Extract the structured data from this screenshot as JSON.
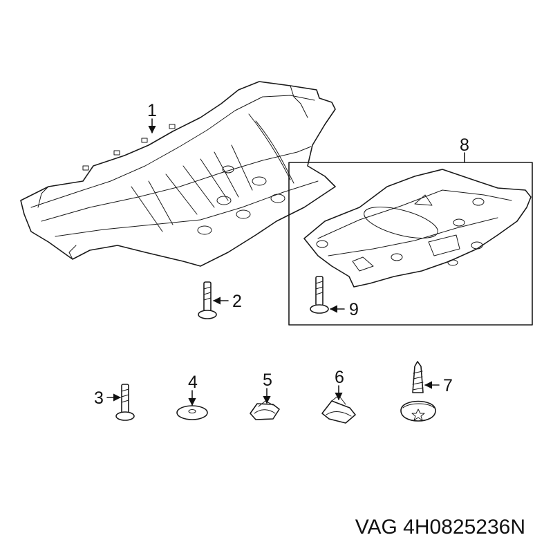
{
  "callouts": {
    "c1": "1",
    "c2": "2",
    "c3": "3",
    "c4": "4",
    "c5": "5",
    "c6": "6",
    "c7": "7",
    "c8": "8",
    "c9": "9"
  },
  "caption": "VAG 4H0825236N"
}
